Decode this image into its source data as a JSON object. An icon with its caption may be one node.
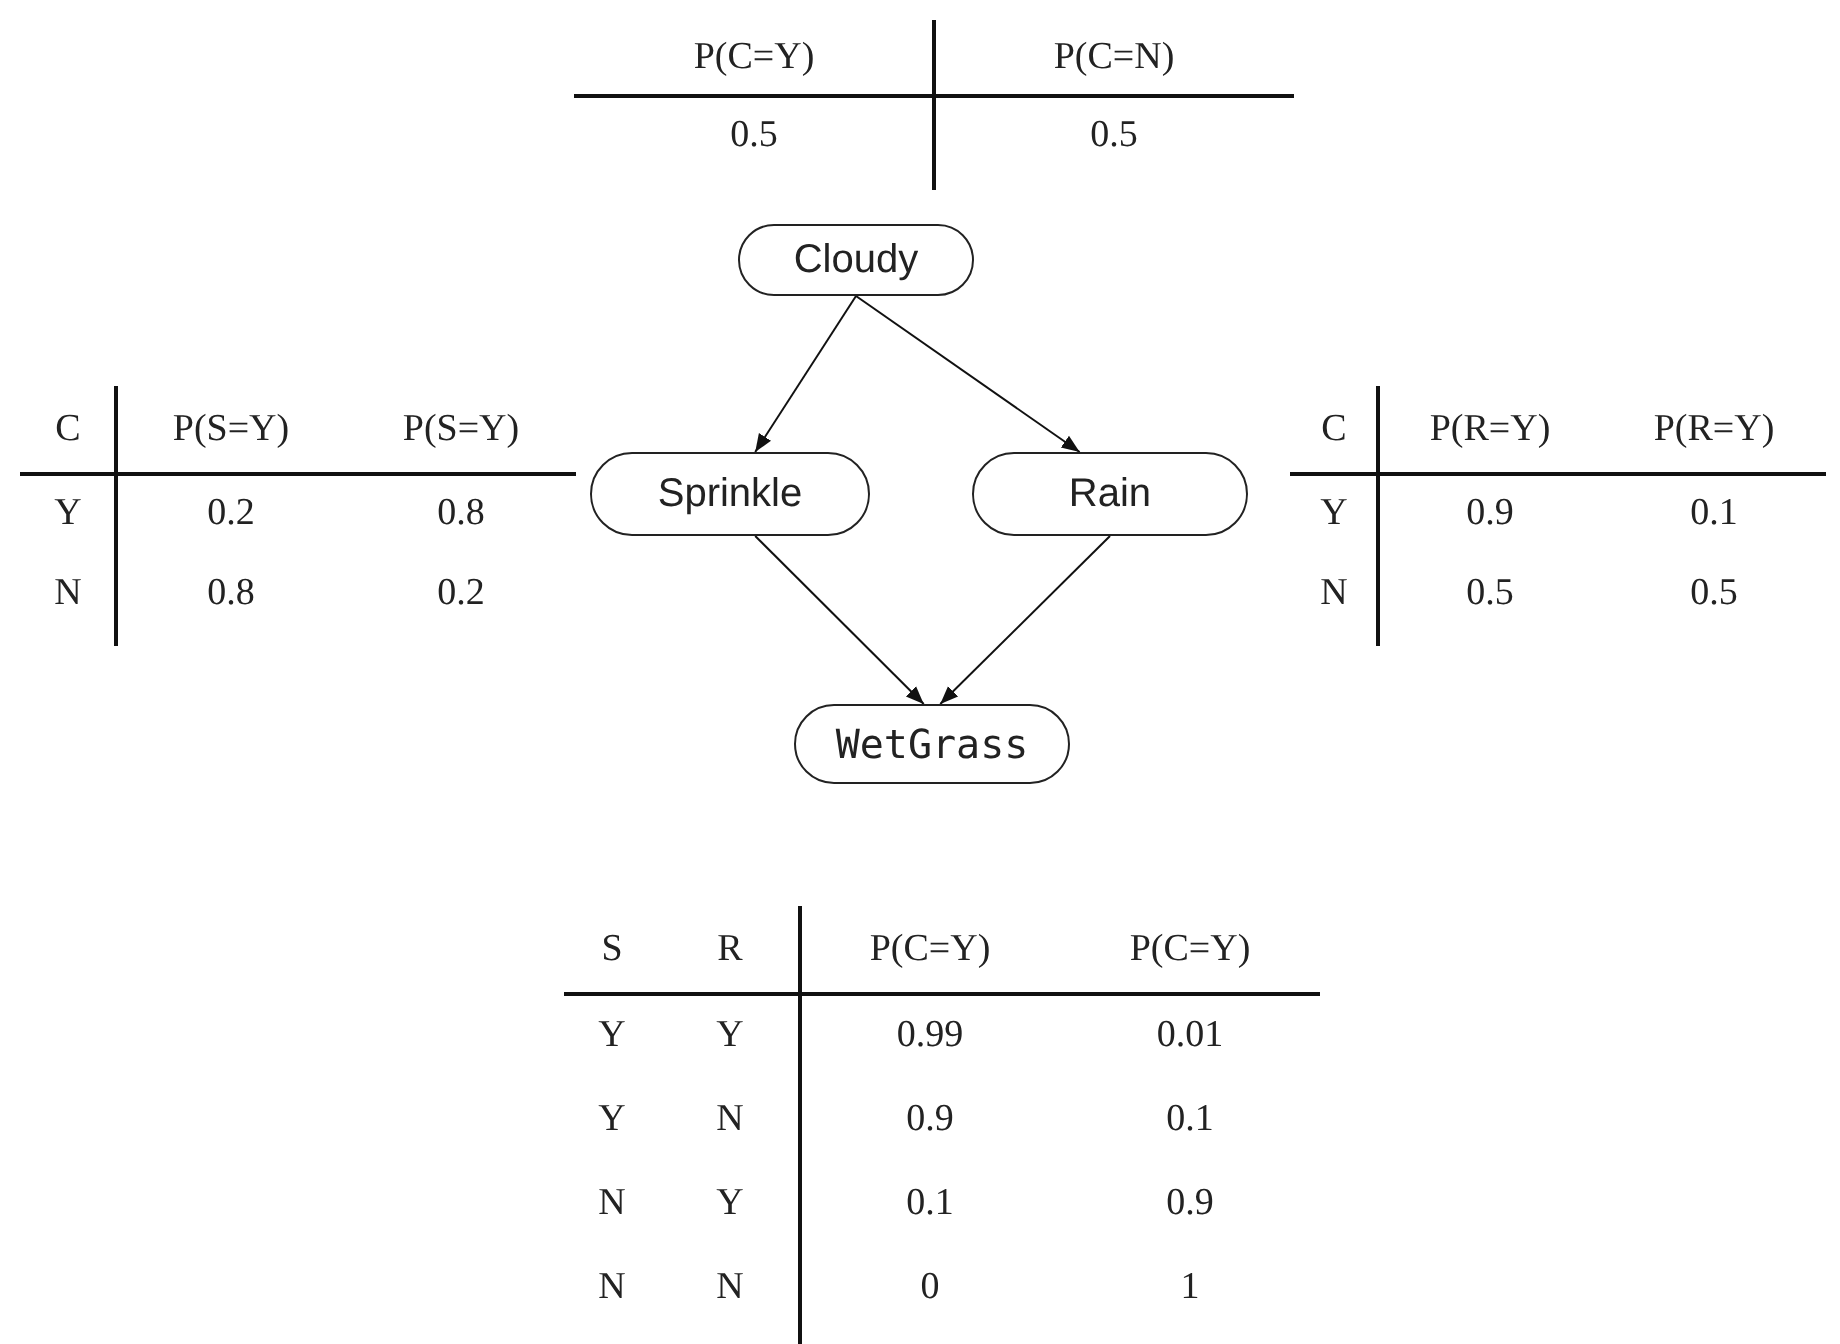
{
  "diagram": {
    "nodes": [
      {
        "text": [
          "Cloudy"
        ]
      },
      {
        "text": [
          "Sprinkle"
        ]
      },
      {
        "text": [
          "Rain"
        ]
      },
      {
        "text": [
          "WetGrass"
        ]
      }
    ],
    "edges": [
      {
        "from": 0,
        "to": 1,
        "arrow": "to"
      },
      {
        "from": 0,
        "to": 2,
        "arrow": "to"
      },
      {
        "from": 1,
        "to": 3,
        "arrow": "to"
      },
      {
        "from": 2,
        "to": 3,
        "arrow": "to"
      }
    ],
    "labels": [
      "P(C=Y)",
      "P(C=N)",
      "0.5",
      "0.5",
      "C",
      "P(S=Y)",
      "P(S=Y)",
      "Y",
      "0.2",
      "0.8",
      "N",
      "0.8",
      "0.2",
      "C",
      "P(R=Y)",
      "P(R=Y)",
      "Y",
      "0.9",
      "0.1",
      "N",
      "0.5",
      "0.5",
      "S",
      "R",
      "P(C=Y)",
      "P(C=Y)",
      "Y",
      "Y",
      "0.99",
      "0.01",
      "Y",
      "N",
      "0.9",
      "0.1",
      "N",
      "Y",
      "0.1",
      "0.9",
      "N",
      "N",
      "0",
      "1"
    ]
  }
}
